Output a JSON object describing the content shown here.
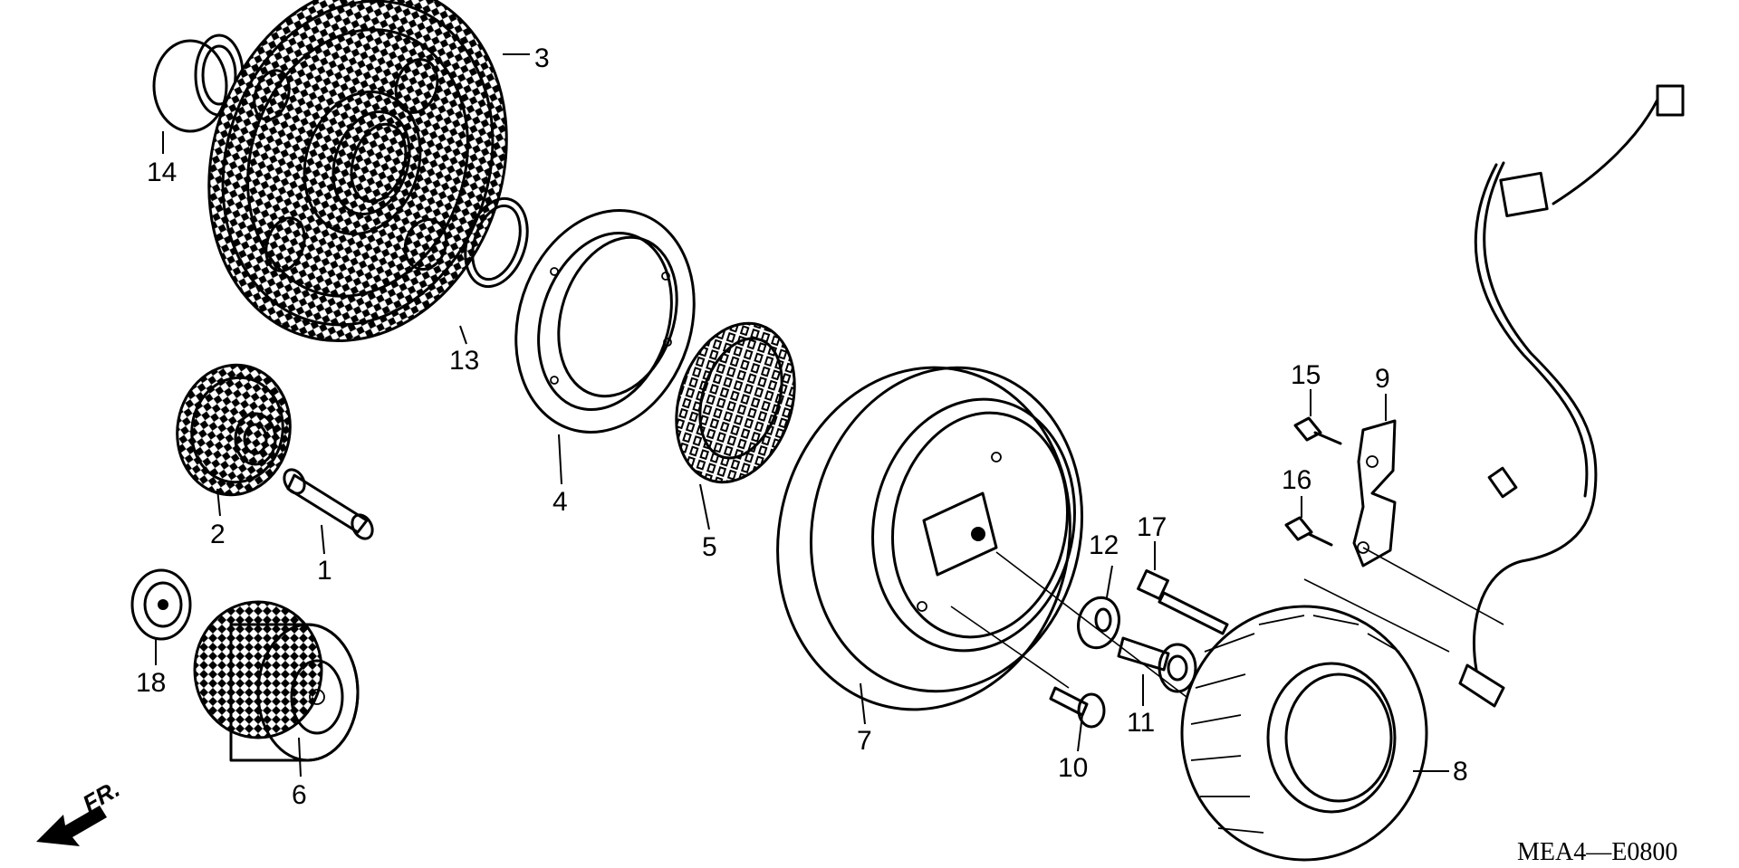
{
  "diagram": {
    "drawing_code": "MEA4—E0800",
    "front_marker": "FR.",
    "callouts": [
      {
        "id": "1",
        "label": "1"
      },
      {
        "id": "2",
        "label": "2"
      },
      {
        "id": "3",
        "label": "3"
      },
      {
        "id": "4",
        "label": "4"
      },
      {
        "id": "5",
        "label": "5"
      },
      {
        "id": "6",
        "label": "6"
      },
      {
        "id": "7",
        "label": "7"
      },
      {
        "id": "8",
        "label": "8"
      },
      {
        "id": "9",
        "label": "9"
      },
      {
        "id": "10",
        "label": "10"
      },
      {
        "id": "11",
        "label": "11"
      },
      {
        "id": "12",
        "label": "12"
      },
      {
        "id": "13",
        "label": "13"
      },
      {
        "id": "14",
        "label": "14"
      },
      {
        "id": "15",
        "label": "15"
      },
      {
        "id": "16",
        "label": "16"
      },
      {
        "id": "17",
        "label": "17"
      },
      {
        "id": "18",
        "label": "18"
      }
    ]
  }
}
